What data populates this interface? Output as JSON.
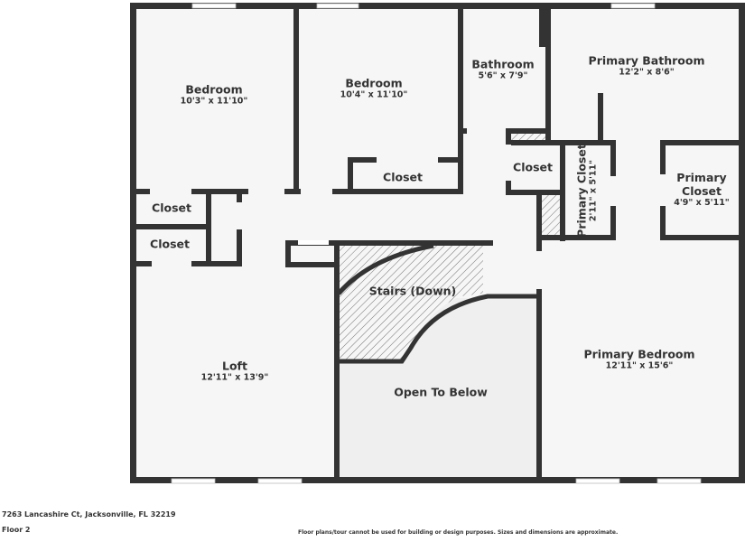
{
  "plan": {
    "floor_label": "Floor 2",
    "address": "7263 Lancashire Ct, Jacksonville, FL 32219",
    "disclaimer": "Floor plans/tour cannot be used for building or design purposes. Sizes and dimensions are approximate.",
    "colors": {
      "wall": "#333333",
      "floor": "#f6f6f6",
      "open_to_below": "#efefef"
    }
  },
  "rooms": {
    "bedroom1": {
      "name": "Bedroom",
      "dims": "10'3\" x 11'10\""
    },
    "bedroom2": {
      "name": "Bedroom",
      "dims": "10'4\" x 11'10\""
    },
    "bathroom": {
      "name": "Bathroom",
      "dims": "5'6\" x 7'9\""
    },
    "primary_bathroom": {
      "name": "Primary Bathroom",
      "dims": "12'2\" x 8'6\""
    },
    "closet_bedroom2": {
      "name": "Closet"
    },
    "closet_hall": {
      "name": "Closet"
    },
    "closet_left1": {
      "name": "Closet"
    },
    "closet_left2": {
      "name": "Closet"
    },
    "primary_closet_small": {
      "name": "Primary Closet",
      "dims": "2'11\" x 5'11\""
    },
    "primary_closet": {
      "name": "Primary\nCloset",
      "name_line1": "Primary",
      "name_line2": "Closet",
      "dims": "4'9\" x 5'11\""
    },
    "stairs": {
      "name": "Stairs (Down)"
    },
    "loft": {
      "name": "Loft",
      "dims": "12'11\" x 13'9\""
    },
    "open_to_below": {
      "name": "Open To Below"
    },
    "primary_bedroom": {
      "name": "Primary Bedroom",
      "dims": "12'11\" x 15'6\""
    }
  }
}
